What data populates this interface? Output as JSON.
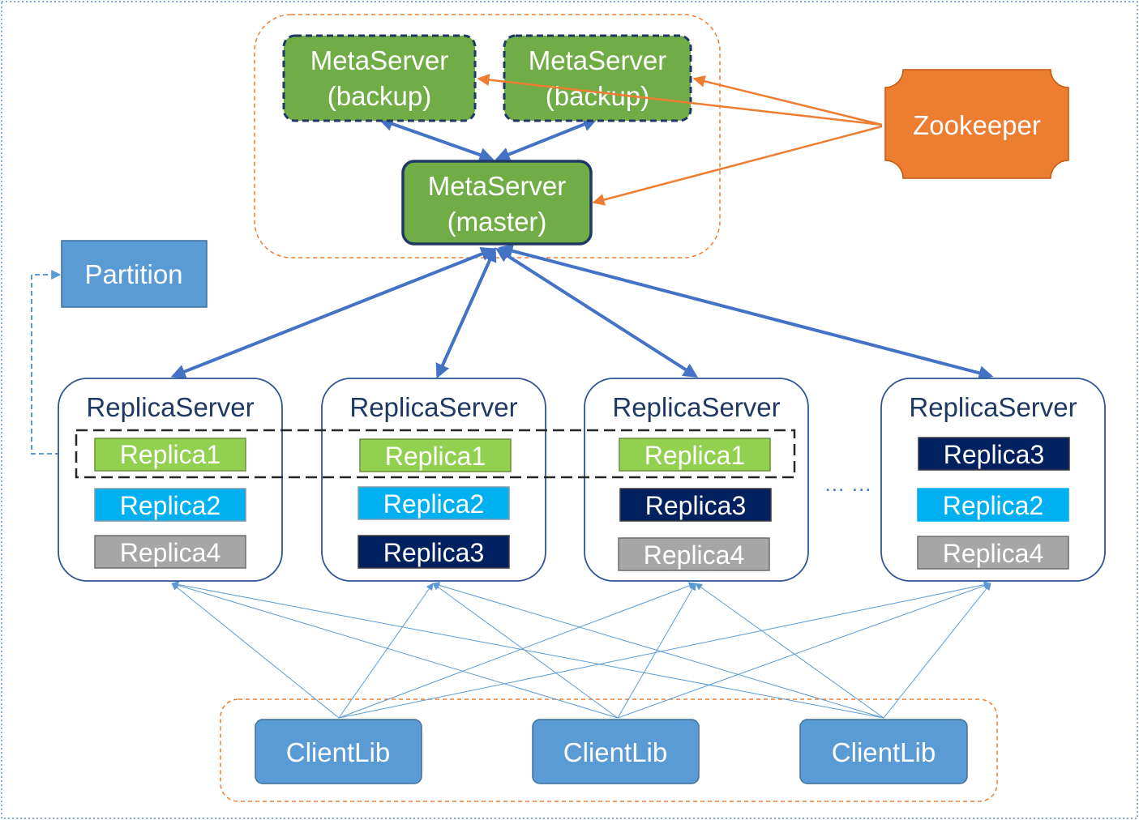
{
  "colors": {
    "meta_green": "#70ad47",
    "meta_border": "#1f3864",
    "zookeeper_orange": "#ed7d31",
    "partition_blue": "#5b9bd5",
    "client_blue": "#5b9bd5",
    "replica1_green": "#92d050",
    "replica2_cyan": "#00b0f0",
    "replica3_navy": "#002060",
    "replica4_gray": "#a6a6a6",
    "arrow_blue": "#4472c4",
    "arrow_orange": "#ed7d31",
    "server_text": "#1f3864"
  },
  "meta_cluster": {
    "backup1": {
      "line1": "MetaServer",
      "line2": "(backup)"
    },
    "backup2": {
      "line1": "MetaServer",
      "line2": "(backup)"
    },
    "master": {
      "line1": "MetaServer",
      "line2": "(master)"
    }
  },
  "zookeeper": {
    "label": "Zookeeper"
  },
  "partition": {
    "label": "Partition"
  },
  "replica_servers": [
    {
      "title": "ReplicaServer",
      "replicas": [
        "Replica1",
        "Replica2",
        "Replica4"
      ]
    },
    {
      "title": "ReplicaServer",
      "replicas": [
        "Replica1",
        "Replica2",
        "Replica3"
      ]
    },
    {
      "title": "ReplicaServer",
      "replicas": [
        "Replica1",
        "Replica3",
        "Replica4"
      ]
    },
    {
      "title": "ReplicaServer",
      "replicas": [
        "Replica3",
        "Replica2",
        "Replica4"
      ]
    }
  ],
  "ellipsis": "… …",
  "clients": [
    {
      "label": "ClientLib"
    },
    {
      "label": "ClientLib"
    },
    {
      "label": "ClientLib"
    }
  ]
}
